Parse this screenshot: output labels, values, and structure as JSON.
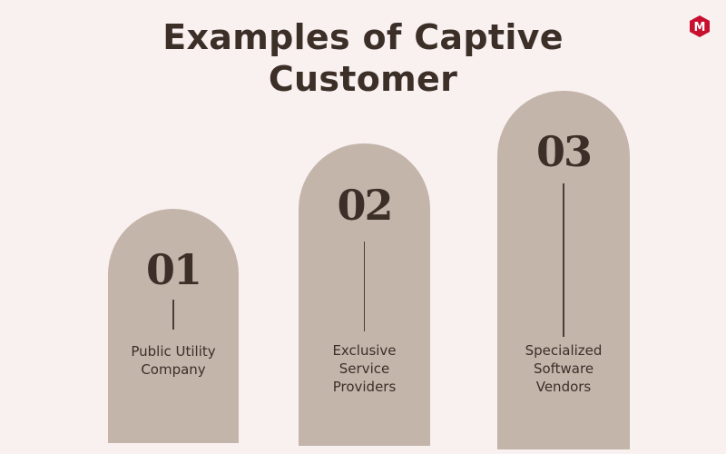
{
  "title": {
    "line1": "Examples of Captive",
    "line2": "Customer"
  },
  "logo": {
    "letter": "M",
    "icon": "brand-logo-icon",
    "color": "#c8102e"
  },
  "colors": {
    "background": "#f9f1f0",
    "arch": "#c4b5ab",
    "text": "#3b2f28"
  },
  "items": [
    {
      "number": "01",
      "label_lines": [
        "Public Utility",
        "Company"
      ]
    },
    {
      "number": "02",
      "label_lines": [
        "Exclusive",
        "Service",
        "Providers"
      ]
    },
    {
      "number": "03",
      "label_lines": [
        "Specialized",
        "Software",
        "Vendors"
      ]
    }
  ]
}
